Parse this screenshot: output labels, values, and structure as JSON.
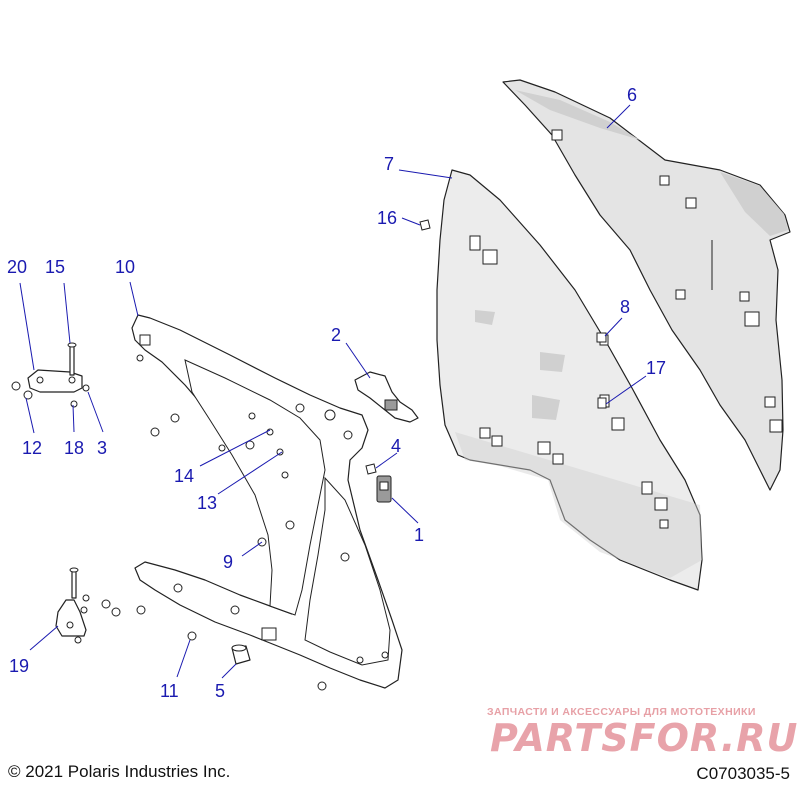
{
  "diagram": {
    "callouts": [
      {
        "id": "c1",
        "label": "1"
      },
      {
        "id": "c2",
        "label": "2"
      },
      {
        "id": "c3",
        "label": "3"
      },
      {
        "id": "c4",
        "label": "4"
      },
      {
        "id": "c5",
        "label": "5"
      },
      {
        "id": "c6",
        "label": "6"
      },
      {
        "id": "c7",
        "label": "7"
      },
      {
        "id": "c8",
        "label": "8"
      },
      {
        "id": "c9",
        "label": "9"
      },
      {
        "id": "c10",
        "label": "10"
      },
      {
        "id": "c11",
        "label": "11"
      },
      {
        "id": "c12",
        "label": "12"
      },
      {
        "id": "c13",
        "label": "13"
      },
      {
        "id": "c14",
        "label": "14"
      },
      {
        "id": "c15",
        "label": "15"
      },
      {
        "id": "c16",
        "label": "16"
      },
      {
        "id": "c17",
        "label": "17"
      },
      {
        "id": "c18",
        "label": "18"
      },
      {
        "id": "c19",
        "label": "19"
      },
      {
        "id": "c20",
        "label": "20"
      }
    ],
    "callout_color": "#1a1ab0"
  },
  "footer": {
    "copyright": "© 2021 Polaris Industries Inc.",
    "drawing_number": "C0703035-5"
  },
  "watermark": {
    "tagline": "ЗАПЧАСТИ И АКСЕССУАРЫ ДЛЯ МОТОТЕХНИКИ",
    "brand": "PARTSFOR.RU",
    "color": "#e8a3aa"
  }
}
